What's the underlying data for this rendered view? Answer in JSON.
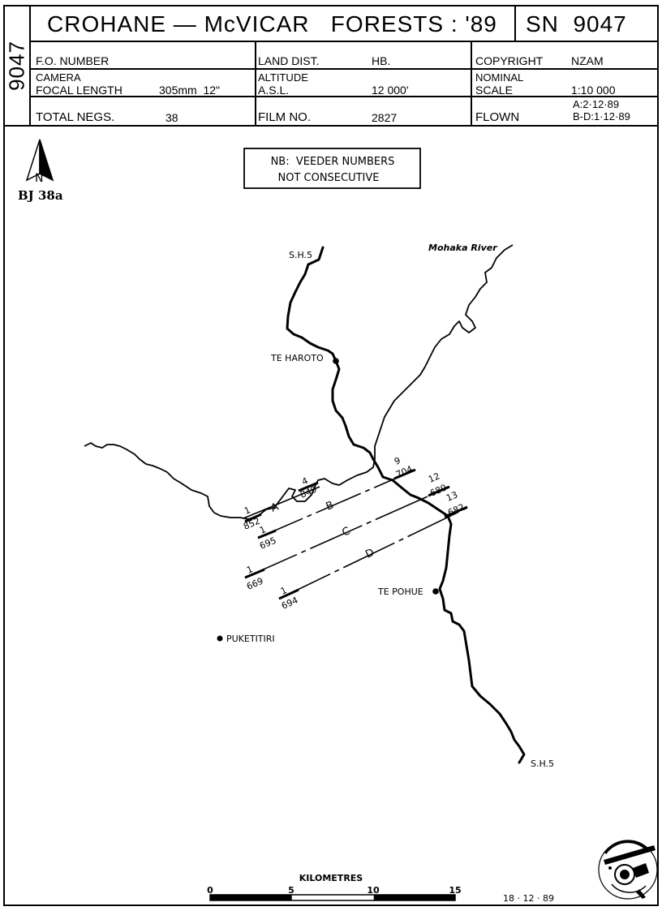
{
  "header": {
    "side_code": "9047",
    "title": "CROHANE — McVICAR   FORESTS : '89",
    "sn": "SN  9047",
    "fo_number_label": "F.O. NUMBER",
    "fo_number_value": "",
    "land_dist_label": "LAND DIST.",
    "land_dist_value": "HB.",
    "copyright_label": "COPYRIGHT",
    "copyright_value": "NZAM",
    "camera_label": "CAMERA",
    "focal_length_label": "FOCAL LENGTH",
    "focal_length_value": "305mm  12\"",
    "altitude_label": "ALTITUDE",
    "asl_label": "A.S.L.",
    "altitude_value": "12 000'",
    "nominal_label": "NOMINAL",
    "scale_label": "SCALE",
    "scale_value": "1:10 000",
    "total_negs_label": "TOTAL NEGS.",
    "total_negs_value": "38",
    "film_no_label": "FILM NO.",
    "film_no_value": "2827",
    "flown_label": "FLOWN",
    "flown_value_a": "A:2·12·89",
    "flown_value_bd": "B-D:1·12·89"
  },
  "north_arrow": {
    "letter": "N",
    "code": "BJ 38a"
  },
  "note": {
    "line1": "NB:  VEEDER NUMBERS",
    "line2": "NOT CONSECUTIVE"
  },
  "labels": {
    "sh5_north": "S.H.5",
    "sh5_south": "S.H.5",
    "mohaka_river": "Mohaka River",
    "te_haroto": "TE HAROTO",
    "te_pohue": "TE POHUE",
    "puketitiri": "PUKETITIRI"
  },
  "flight_runs": [
    {
      "run": "A",
      "start_neg": "1",
      "start_veeder": "852",
      "end_neg": "4",
      "end_veeder": "849"
    },
    {
      "run": "B",
      "start_neg": "1",
      "start_veeder": "695",
      "end_neg": "9",
      "end_veeder": "704"
    },
    {
      "run": "C",
      "start_neg": "1",
      "start_veeder": "669",
      "end_neg": "12",
      "end_veeder": "680"
    },
    {
      "run": "D",
      "start_neg": "1",
      "start_veeder": "694",
      "end_neg": "13",
      "end_veeder": "682"
    }
  ],
  "scale_bar": {
    "title": "KILOMETRES",
    "ticks": [
      "0",
      "5",
      "10",
      "15"
    ]
  },
  "date": "18 · 12 · 89",
  "colors": {
    "ink": "#000000",
    "paper": "#ffffff"
  }
}
